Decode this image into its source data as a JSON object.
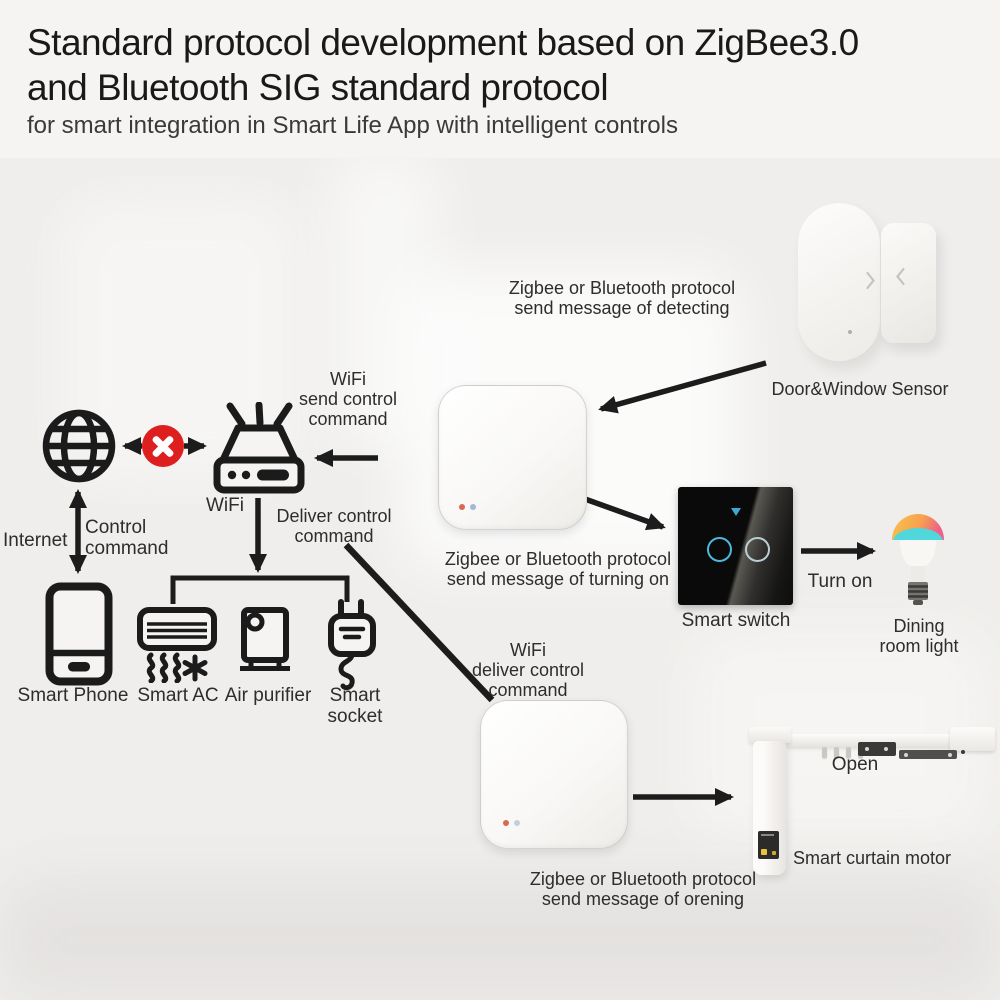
{
  "header": {
    "title": "Standard protocol development based on ZigBee3.0\nand Bluetooth SIG standard protocol",
    "subtitle": "for smart integration in Smart Life App with intelligent controls"
  },
  "network": {
    "internet": "Internet",
    "control_command": "Control\ncommand",
    "wifi": "WiFi",
    "wifi_send": "WiFi\nsend control\ncommand",
    "deliver_control": "Deliver control\ncommand"
  },
  "devices": {
    "smart_phone": "Smart Phone",
    "smart_ac": "Smart AC",
    "air_purifier": "Air purifier",
    "smart_socket": "Smart\nsocket"
  },
  "gateway_flow": {
    "detecting": "Zigbee or Bluetooth protocol\nsend message of detecting",
    "turning_on": "Zigbee or Bluetooth protocol\nsend message of turning on",
    "wifi_deliver": "WiFi\ndeliver control\ncommand",
    "opening": "Zigbee or Bluetooth protocol\nsend message of orening"
  },
  "products": {
    "door_sensor": "Door&Window Sensor",
    "smart_switch": "Smart switch",
    "turn_on": "Turn on",
    "dining_light": "Dining\nroom light",
    "open": "Open",
    "curtain_motor": "Smart curtain motor"
  },
  "colors": {
    "blocked_red": "#dd1f1f",
    "arrow_black": "#1c1c1c",
    "led_red": "#d66a54",
    "led_blue": "#9fb9d6",
    "switch_ring_cyan": "#4db8dc",
    "switch_ring_silver": "#b9cdd2",
    "bulb_orange": "#f8b84c",
    "bulb_pink": "#ee5f8a",
    "bulb_cyan": "#4fd7dc",
    "curtain_display_yellow": "#e7c23d"
  }
}
